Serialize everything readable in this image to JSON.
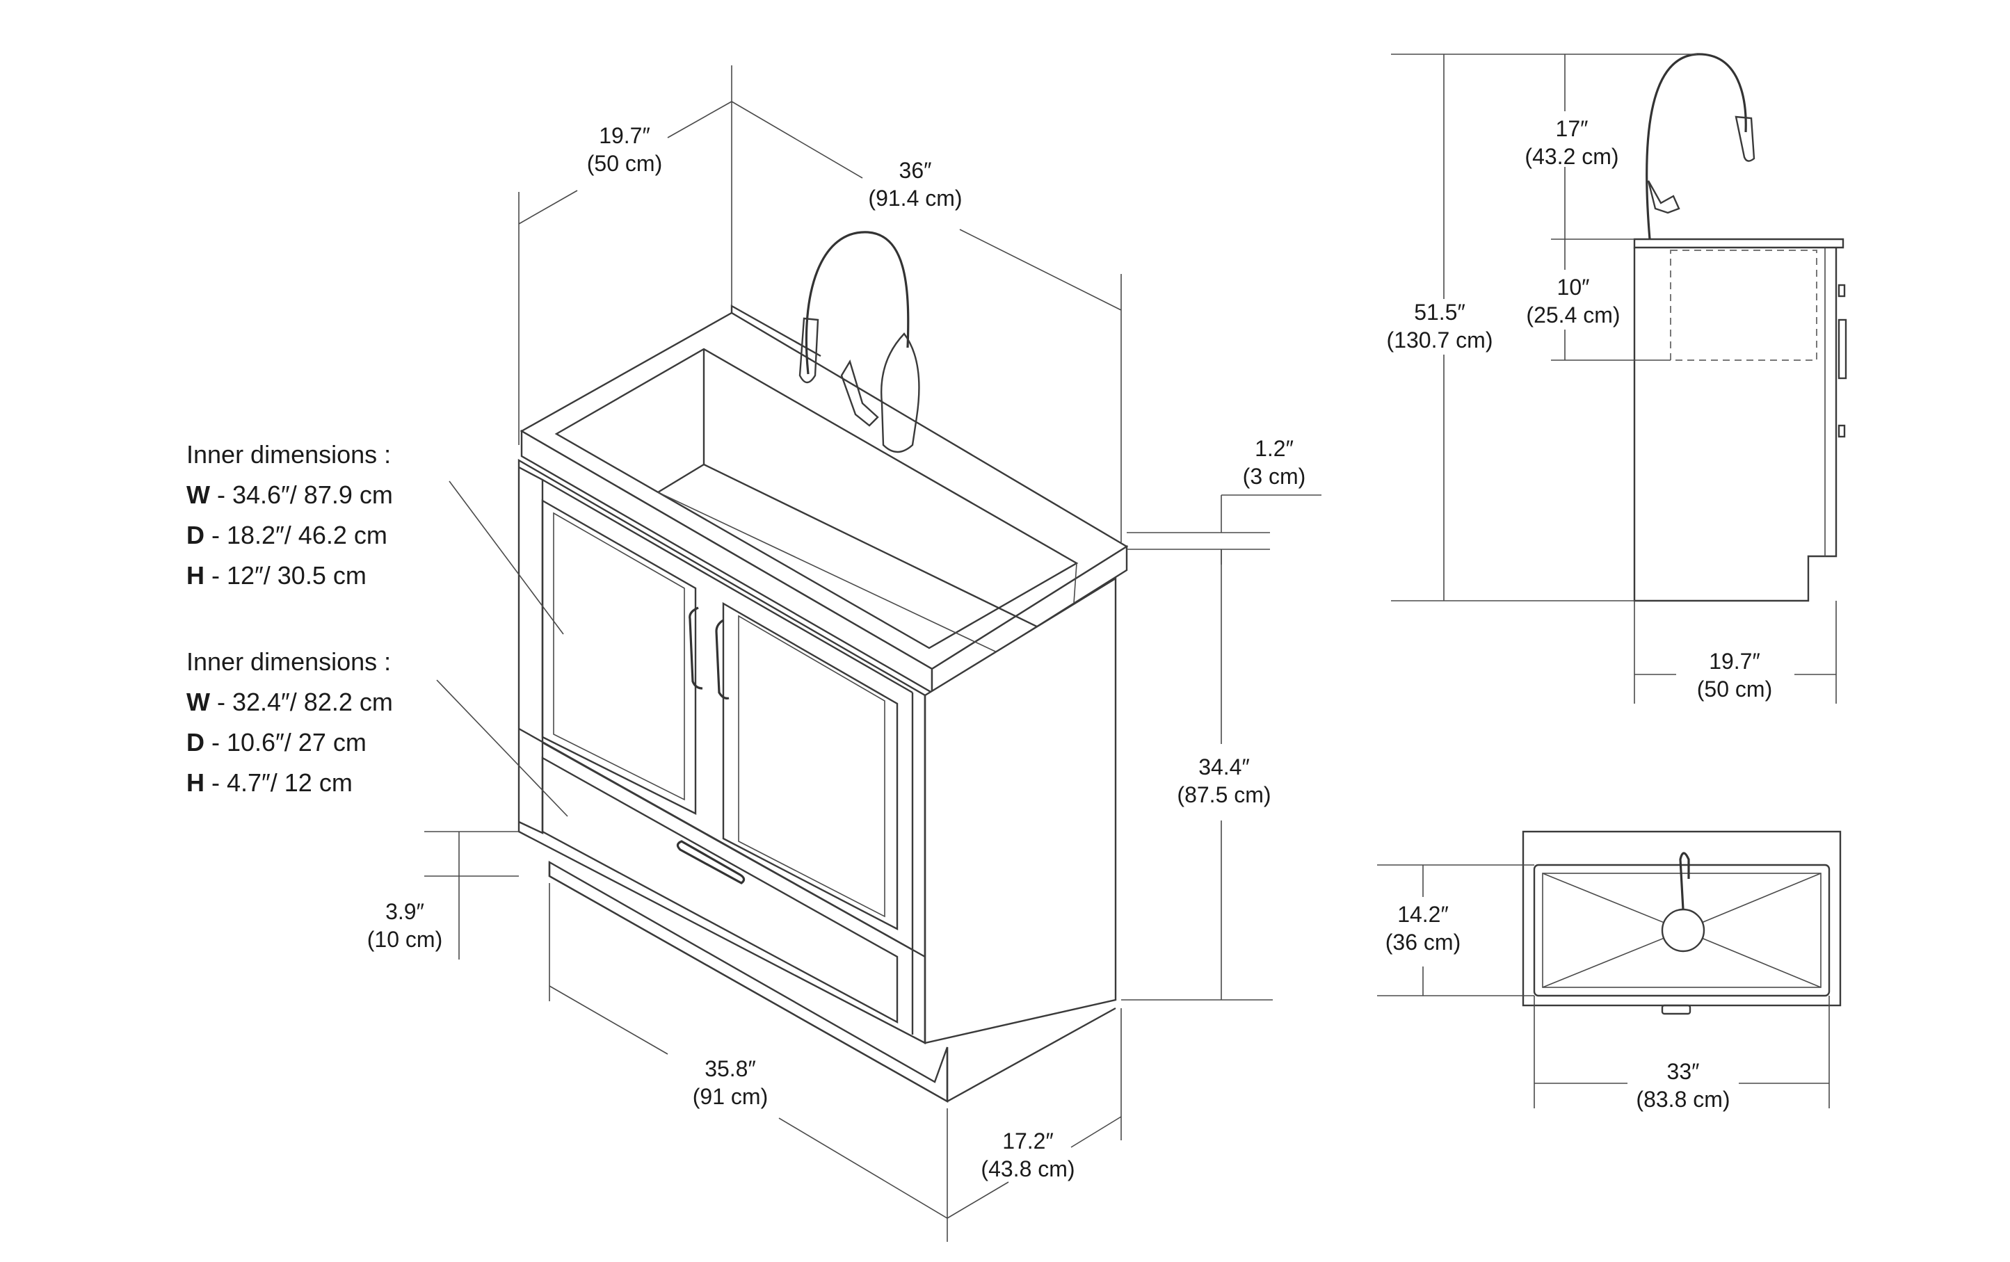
{
  "dimensions": {
    "depth_top": {
      "inch": "19.7″",
      "cm": "(50 cm)"
    },
    "width_top": {
      "inch": "36″",
      "cm": "(91.4 cm)"
    },
    "counter_thickness": {
      "inch": "1.2″",
      "cm": "(3 cm)"
    },
    "cabinet_height": {
      "inch": "34.4″",
      "cm": "(87.5 cm)"
    },
    "toe_kick": {
      "inch": "3.9″",
      "cm": "(10 cm)"
    },
    "base_width": {
      "inch": "35.8″",
      "cm": "(91 cm)"
    },
    "base_depth": {
      "inch": "17.2″",
      "cm": "(43.8 cm)"
    },
    "faucet_height": {
      "inch": "17″",
      "cm": "(43.2 cm)"
    },
    "basin_depth": {
      "inch": "10″",
      "cm": "(25.4 cm)"
    },
    "total_height": {
      "inch": "51.5″",
      "cm": "(130.7 cm)"
    },
    "side_depth": {
      "inch": "19.7″",
      "cm": "(50 cm)"
    },
    "top_view_depth": {
      "inch": "14.2″",
      "cm": "(36 cm)"
    },
    "top_view_width": {
      "inch": "33″",
      "cm": "(83.8 cm)"
    }
  },
  "inner_cabinet": {
    "heading": "Inner dimensions  :",
    "rows": [
      {
        "key": "W",
        "value": " - 34.6″/ 87.9 cm"
      },
      {
        "key": "D",
        "value": " - 18.2″/ 46.2 cm"
      },
      {
        "key": "H",
        "value": " - 12″/ 30.5 cm"
      }
    ]
  },
  "inner_drawer": {
    "heading": "Inner dimensions  :",
    "rows": [
      {
        "key": "W",
        "value": " - 32.4″/ 82.2 cm"
      },
      {
        "key": "D",
        "value": " - 10.6″/ 27 cm"
      },
      {
        "key": "H",
        "value": " - 4.7″/ 12 cm"
      }
    ]
  }
}
